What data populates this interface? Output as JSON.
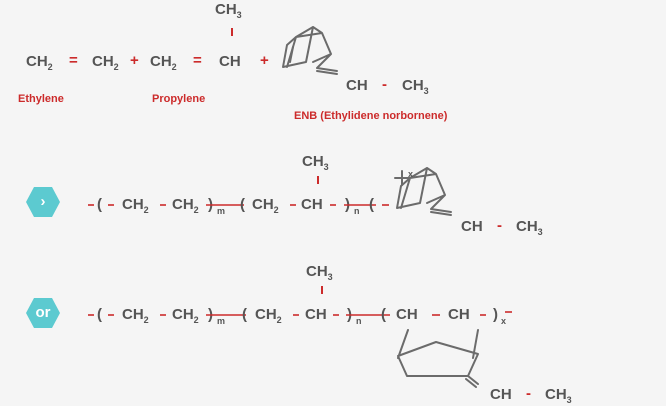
{
  "reaction": {
    "ch2": "CH",
    "sub2": "2",
    "ch": "CH",
    "ch3": "CH",
    "sub3": "3",
    "eq": "=",
    "plus": "+",
    "dash": "-",
    "ethylene_label": "Ethylene",
    "propylene_label": "Propylene",
    "enb_label": "ENB (Ethylidene norbornene)"
  },
  "polymer": {
    "open": "(",
    "close": ")",
    "m": "m",
    "n": "n",
    "x": "x"
  },
  "badges": {
    "arrow_glyph": "›",
    "or_label": "or",
    "color": "#5ccad0"
  },
  "colors": {
    "text": "#555555",
    "accent": "#cc2b2b",
    "bond": "#6b6b6b"
  }
}
